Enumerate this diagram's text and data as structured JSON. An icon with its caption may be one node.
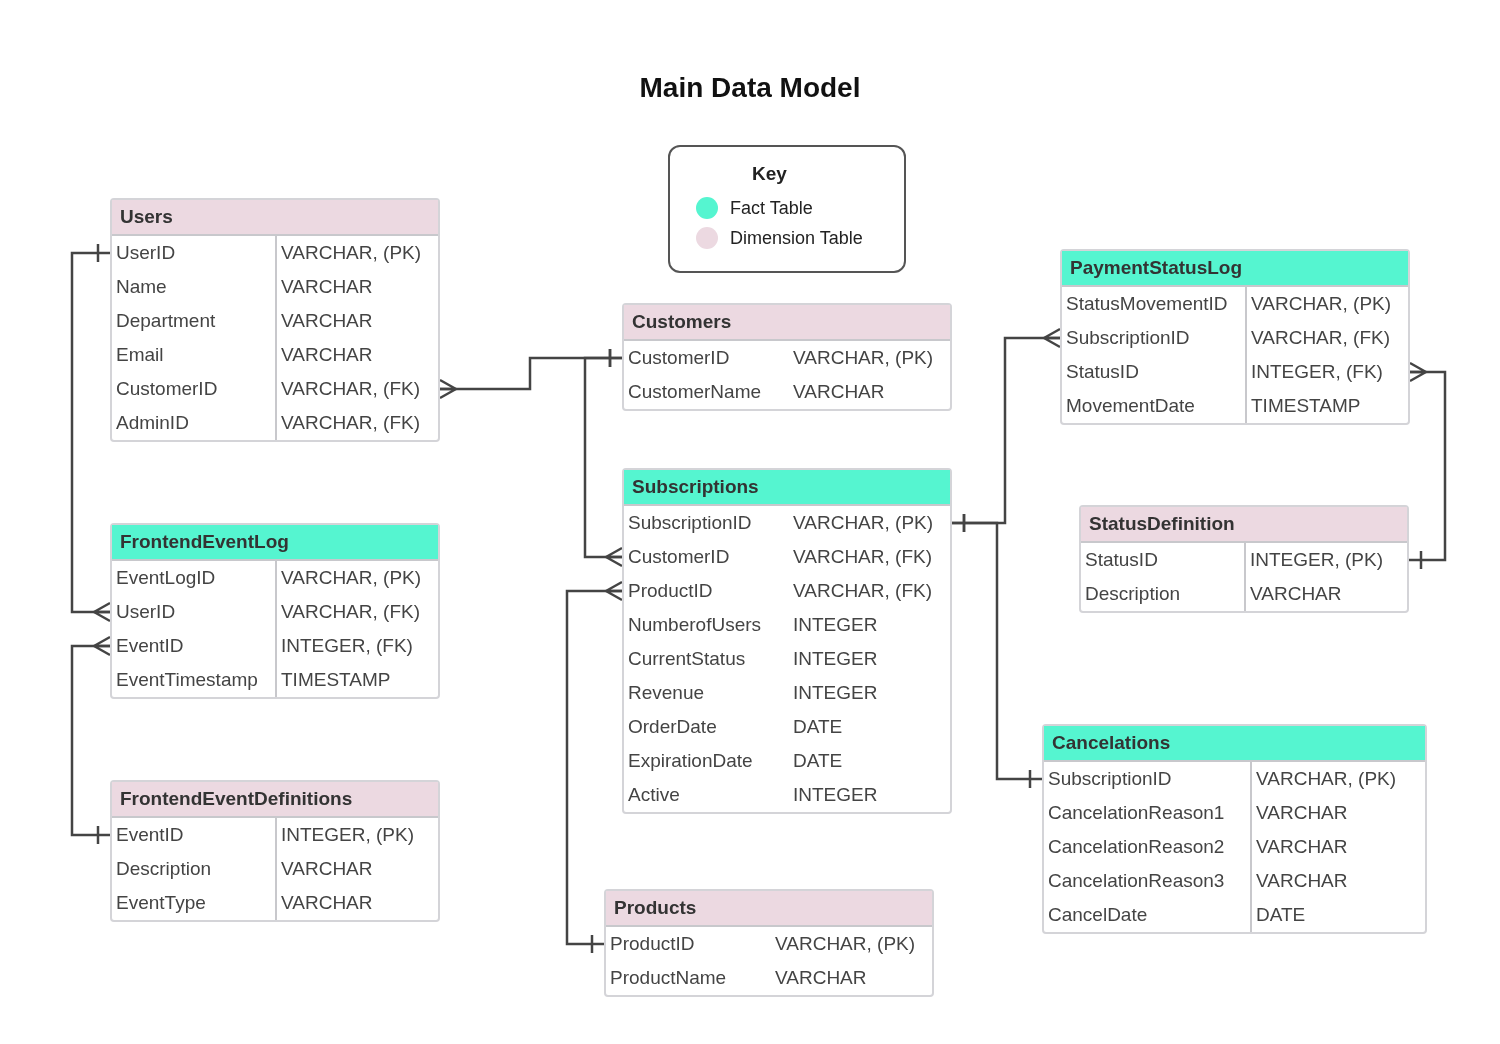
{
  "diagram": {
    "title": "Main Data Model",
    "nodes": [
      {
        "text": [
          "Users"
        ]
      },
      {
        "text": [
          "UserID",
          "VARCHAR, (PK)"
        ],
        "in": 0
      },
      {
        "text": [
          "Name",
          "VARCHAR"
        ],
        "in": 0
      },
      {
        "text": [
          "Department",
          "VARCHAR"
        ],
        "in": 0
      },
      {
        "text": [
          "Email",
          "VARCHAR"
        ],
        "in": 0
      },
      {
        "text": [
          "CustomerID",
          "VARCHAR, (FK)"
        ],
        "in": 0
      },
      {
        "text": [
          "AdminID",
          "VARCHAR, (FK)"
        ],
        "in": 0
      },
      {
        "text": [
          "FrontendEventLog"
        ]
      },
      {
        "text": [
          "EventLogID",
          "VARCHAR, (PK)"
        ],
        "in": 7
      },
      {
        "text": [
          "UserID",
          "VARCHAR, (FK)"
        ],
        "in": 7
      },
      {
        "text": [
          "EventID",
          "INTEGER, (FK)"
        ],
        "in": 7
      },
      {
        "text": [
          "EventTimestamp",
          "TIMESTAMP"
        ],
        "in": 7
      },
      {
        "text": [
          "FrontendEventDefinitions"
        ]
      },
      {
        "text": [
          "EventID",
          "INTEGER, (PK)"
        ],
        "in": 12
      },
      {
        "text": [
          "Description",
          "VARCHAR"
        ],
        "in": 12
      },
      {
        "text": [
          "EventType",
          "VARCHAR"
        ],
        "in": 12
      },
      {
        "text": [
          "Customers"
        ]
      },
      {
        "text": [
          "CustomerID",
          "VARCHAR, (PK)"
        ],
        "in": 16
      },
      {
        "text": [
          "CustomerName",
          "VARCHAR"
        ],
        "in": 16
      },
      {
        "text": [
          "Subscriptions"
        ]
      },
      {
        "text": [
          "SubscriptionID",
          "VARCHAR, (PK)"
        ],
        "in": 19
      },
      {
        "text": [
          "CustomerID",
          "VARCHAR, (FK)"
        ],
        "in": 19
      },
      {
        "text": [
          "ProductID",
          "VARCHAR, (FK)"
        ],
        "in": 19
      },
      {
        "text": [
          "NumberofUsers",
          "INTEGER"
        ],
        "in": 19
      },
      {
        "text": [
          "CurrentStatus",
          "INTEGER"
        ],
        "in": 19
      },
      {
        "text": [
          "Revenue",
          "INTEGER"
        ],
        "in": 19
      },
      {
        "text": [
          "OrderDate",
          "DATE"
        ],
        "in": 19
      },
      {
        "text": [
          "ExpirationDate",
          "DATE"
        ],
        "in": 19
      },
      {
        "text": [
          "Active",
          "INTEGER"
        ],
        "in": 19
      },
      {
        "text": [
          "Products"
        ]
      },
      {
        "text": [
          "ProductID",
          "VARCHAR, (PK)"
        ],
        "in": 29
      },
      {
        "text": [
          "ProductName",
          "VARCHAR"
        ],
        "in": 29
      },
      {
        "text": [
          "PaymentStatusLog"
        ]
      },
      {
        "text": [
          "StatusMovementID",
          "VARCHAR, (PK)"
        ],
        "in": 32
      },
      {
        "text": [
          "SubscriptionID",
          "VARCHAR, (FK)"
        ],
        "in": 32
      },
      {
        "text": [
          "StatusID",
          "INTEGER, (FK)"
        ],
        "in": 32
      },
      {
        "text": [
          "MovementDate",
          "TIMESTAMP"
        ],
        "in": 32
      },
      {
        "text": [
          "StatusDefinition"
        ]
      },
      {
        "text": [
          "StatusID",
          "INTEGER, (PK)"
        ],
        "in": 37
      },
      {
        "text": [
          "Description",
          "VARCHAR"
        ],
        "in": 37
      },
      {
        "text": [
          "Cancelations"
        ]
      },
      {
        "text": [
          "SubscriptionID",
          "VARCHAR, (PK)"
        ],
        "in": 40
      },
      {
        "text": [
          "CancelationReason1",
          "VARCHAR"
        ],
        "in": 40
      },
      {
        "text": [
          "CancelationReason2",
          "VARCHAR"
        ],
        "in": 40
      },
      {
        "text": [
          "CancelationReason3",
          "VARCHAR"
        ],
        "in": 40
      },
      {
        "text": [
          "CancelDate",
          "DATE"
        ],
        "in": 40
      }
    ],
    "edges": [
      {
        "from": 9,
        "to": 1,
        "arrow": "other"
      },
      {
        "from": 10,
        "to": 13,
        "arrow": "other"
      },
      {
        "from": 5,
        "to": 17,
        "arrow": "other"
      },
      {
        "from": 21,
        "to": 17,
        "arrow": "other"
      },
      {
        "from": 22,
        "to": 30,
        "arrow": "other"
      },
      {
        "from": 34,
        "to": 20,
        "arrow": "other"
      },
      {
        "from": 35,
        "to": 38,
        "arrow": "other"
      },
      {
        "from": 41,
        "to": 20,
        "arrow": "other"
      }
    ],
    "labels": [
      "Key"
    ],
    "legend": [
      {
        "text": "Fact Table",
        "color": "#55f5d0"
      },
      {
        "text": "Dimension Table",
        "color": "#ecd9e1"
      }
    ]
  }
}
